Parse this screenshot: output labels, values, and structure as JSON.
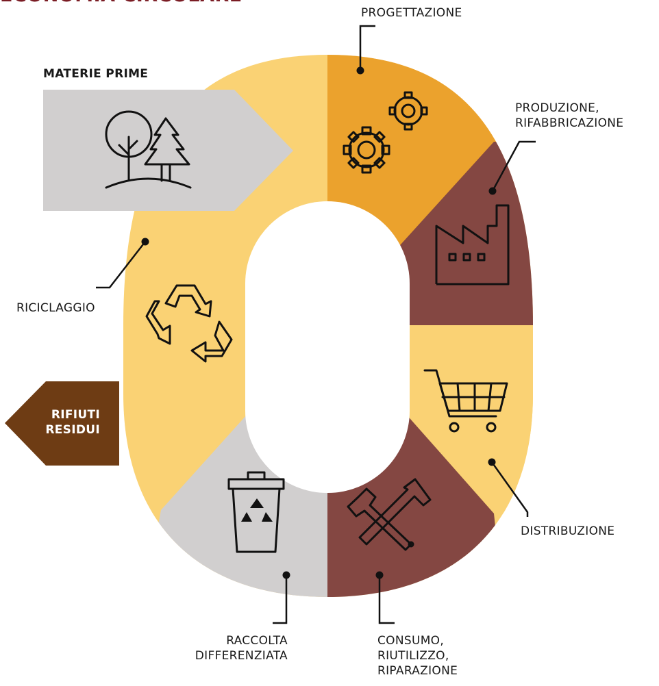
{
  "title": "ECONOMIA CIRCOLARE",
  "stages": {
    "progettazione": "PROGETTAZIONE",
    "produzione": [
      "PRODUZIONE,",
      "RIFABBRICAZIONE"
    ],
    "distribuzione": "DISTRIBUZIONE",
    "consumo": [
      "CONSUMO,",
      "RIUTILIZZO,",
      "RIPARAZIONE"
    ],
    "raccolta": [
      "RACCOLTA",
      "DIFFERENZIATA"
    ],
    "riciclaggio": "RICICLAGGIO"
  },
  "inputs": {
    "materie_prime": "MATERIE PRIME",
    "rifiuti_residui": [
      "RIFIUTI",
      "RESIDUI"
    ]
  },
  "colors": {
    "light_yellow": "#fad274",
    "orange": "#eba22d",
    "brown_red": "#844742",
    "grey": "#d1cfcf",
    "dark_brown": "#6e3c14",
    "title_red": "#7a1c24"
  },
  "icons": {
    "progettazione": "gears-icon",
    "produzione": "factory-icon",
    "distribuzione": "shopping-cart-icon",
    "consumo": "tools-icon",
    "raccolta": "recycling-bin-icon",
    "riciclaggio": "recycle-icon",
    "materie_prime": "trees-icon"
  }
}
